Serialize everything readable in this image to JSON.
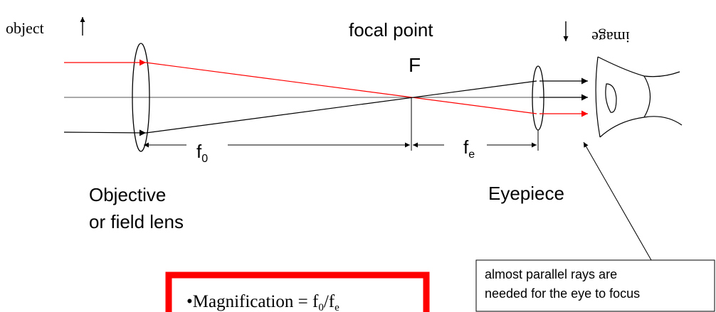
{
  "labels": {
    "object": "object",
    "focal_point": "focal point",
    "focus_letter": "F",
    "image": "image",
    "f_objective_base": "f",
    "f_objective_sub": "0",
    "f_eyepiece_base": "f",
    "f_eyepiece_sub": "e",
    "objective_line1": "Objective",
    "objective_line2": "or field lens",
    "eyepiece": "Eyepiece"
  },
  "callout": {
    "line1": "almost parallel rays are",
    "line2": "needed for the eye to focus"
  },
  "magnification": {
    "prefix": "•Magnification = f",
    "sub0": "0",
    "slash": "/f",
    "sube": "e"
  },
  "colors": {
    "ray_red": "#ff0000",
    "ray_black": "#000000",
    "axis": "#555555",
    "box_red": "#ff0000"
  },
  "icons": [
    "eye-icon",
    "arrow-up-icon",
    "arrow-down-icon"
  ]
}
